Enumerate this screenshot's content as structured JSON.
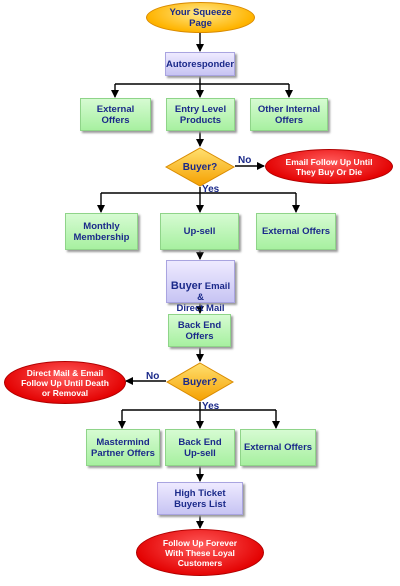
{
  "nodes": {
    "squeeze": "Your Squeeze\nPage",
    "autoresponder": "Autoresponder",
    "external_offers_1": "External\nOffers",
    "entry_level_products": "Entry Level\nProducts",
    "other_internal_offers": "Other Internal\nOffers",
    "buyer_decision_1": "Buyer?",
    "email_follow_up": "Email Follow Up Until\nThey Buy Or Die",
    "monthly_membership": "Monthly\nMembership",
    "up_sell": "Up-sell",
    "external_offers_2": "External Offers",
    "buyer_list_first": "Buyer",
    "buyer_list_rest": " Email &\nDirect Mail List",
    "back_end_offers": "Back End\nOffers",
    "buyer_decision_2": "Buyer?",
    "direct_mail_follow_up": "Direct Mail & Email\nFollow Up Until Death\nor Removal",
    "mastermind": "Mastermind\nPartner Offers",
    "back_end_upsell": "Back End\nUp-sell",
    "external_offers_3": "External Offers",
    "high_ticket": "High Ticket\nBuyers List",
    "follow_up_forever": "Follow Up Forever\nWith These Loyal\nCustomers"
  },
  "edge_labels": {
    "no_1": "No",
    "yes_1": "Yes",
    "no_2": "No",
    "yes_2": "Yes"
  },
  "colors": {
    "connector": "#000000",
    "text": "#1b2a8a",
    "box_green": "#b8f3b2",
    "box_purple": "#d6d3f8",
    "decision_orange": "#ffb400",
    "terminal_red": "#e30000"
  }
}
